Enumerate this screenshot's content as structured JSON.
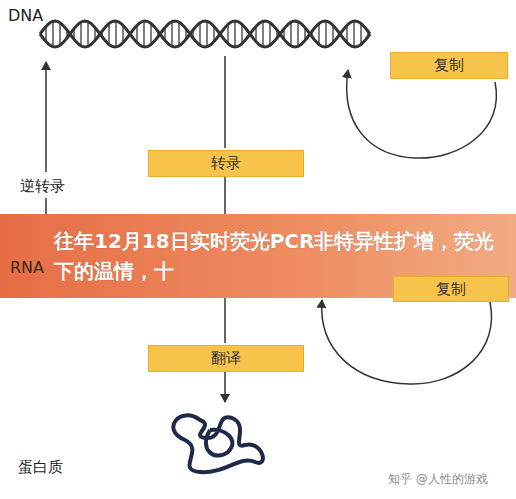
{
  "diagram": {
    "nodes": [
      {
        "text": [
          "复制"
        ]
      },
      {
        "text": [
          "转录"
        ]
      },
      {
        "text": [
          "往年12月18日实时荧光PCR非特异性扩增，荧光下的温情，十"
        ]
      },
      {
        "text": [
          "复制"
        ]
      },
      {
        "text": [
          "翻译"
        ]
      }
    ],
    "labels": [
      "DNA",
      "逆转录",
      "RNA",
      "蛋白质",
      "知乎 @人性的游戏"
    ]
  }
}
